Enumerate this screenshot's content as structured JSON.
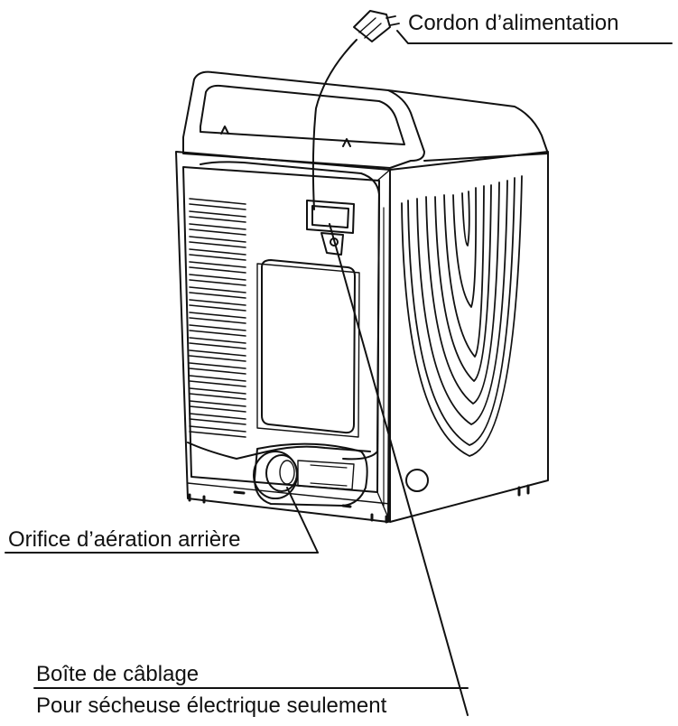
{
  "labels": {
    "power_cord": "Cordon d’alimentation",
    "rear_vent": "Orifice d’aération arrière",
    "wiring_box": "Boîte de câblage",
    "electric_only": "Pour sécheuse électrique seulement"
  },
  "colors": {
    "line": "#111111",
    "background": "#ffffff"
  }
}
